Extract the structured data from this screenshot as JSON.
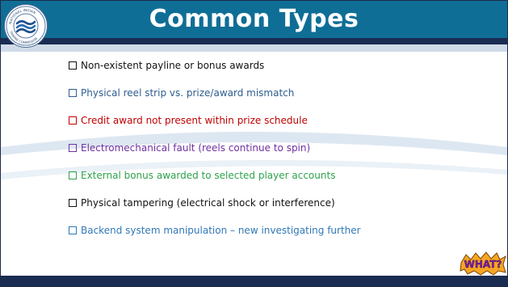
{
  "title": "Common Types",
  "logo": {
    "icon": "ncig-seal-icon",
    "ring_text_top": "NATIONAL INDIAN",
    "ring_text_bottom": "GAMING COMMISSION"
  },
  "bullets": [
    {
      "text": "Non-existent payline or bonus awards",
      "color": "#111111"
    },
    {
      "text": "Physical reel strip vs. prize/award mismatch",
      "color": "#2e5d8e"
    },
    {
      "text": "Credit award not present within prize schedule",
      "color": "#c00000"
    },
    {
      "text": "Electromechanical fault (reels continue to spin)",
      "color": "#7030a0"
    },
    {
      "text": "External bonus awarded to selected player accounts",
      "color": "#2ea24c"
    },
    {
      "text": "Physical tampering (electrical shock or interference)",
      "color": "#111111"
    },
    {
      "text": "Backend system manipulation – new investigating further",
      "color": "#2f78b7"
    }
  ],
  "badge": {
    "text": "WHAT?",
    "icon": "what-clipart-icon"
  },
  "colors": {
    "header": "#0f6e96",
    "stripe_dark": "#1a2c52",
    "stripe_light": "#cfdbe8"
  }
}
